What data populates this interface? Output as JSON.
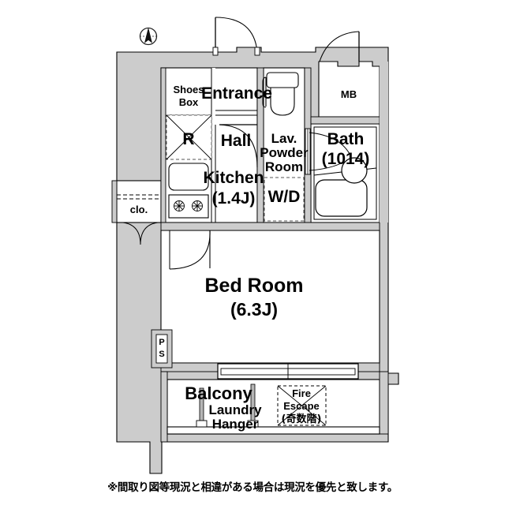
{
  "document": {
    "type": "floor-plan",
    "unit_layout": "1K",
    "disclaimer": "※間取り図等現況と相違がある場合は現況を優先と致します。"
  },
  "compass": {
    "name": "north-arrow",
    "label": "N"
  },
  "colors": {
    "wall_fill": "#cccccc",
    "wall_stroke": "#000000",
    "room_fill": "#ffffff",
    "page_background": "#ffffff",
    "text": "#000000",
    "fixture_stroke": "#333333"
  },
  "rooms": [
    {
      "key": "entrance",
      "label": "Entrance",
      "size": "",
      "name": "room-entrance"
    },
    {
      "key": "shoes_box",
      "label": "Shoes\nBox",
      "line1": "Shoes",
      "line2": "Box",
      "name": "label-shoes-box"
    },
    {
      "key": "refrigerator",
      "label": "R",
      "name": "appliance-refrigerator"
    },
    {
      "key": "hall",
      "label": "Hall",
      "name": "room-hall"
    },
    {
      "key": "kitchen",
      "label": "Kitchen",
      "size": "(1.4J)",
      "name": "room-kitchen"
    },
    {
      "key": "closet",
      "label": "clo.",
      "name": "room-closet"
    },
    {
      "key": "lav",
      "label_line1": "Lav.",
      "label_line2": "Powder",
      "label_line3": "Room",
      "name": "room-lavatory-powder"
    },
    {
      "key": "wd",
      "label": "W/D",
      "name": "appliance-washer-dryer"
    },
    {
      "key": "mb",
      "label": "MB",
      "name": "room-meter-box"
    },
    {
      "key": "bath",
      "label": "Bath",
      "size": "(1014)",
      "name": "room-bath"
    },
    {
      "key": "bedroom",
      "label": "Bed Room",
      "size": "(6.3J)",
      "name": "room-bedroom"
    },
    {
      "key": "ps",
      "label": "PS",
      "name": "room-pipe-shaft"
    },
    {
      "key": "balcony",
      "label": "Balcony",
      "name": "room-balcony"
    },
    {
      "key": "laundry",
      "label_line1": "Laundry",
      "label_line2": "Hanger",
      "name": "label-laundry-hanger"
    },
    {
      "key": "fire_escape",
      "label_line1": "Fire",
      "label_line2": "Escape",
      "label_line3": "(奇数階)",
      "name": "label-fire-escape"
    }
  ],
  "labels": {
    "entrance": "Entrance",
    "shoes_box_1": "Shoes",
    "shoes_box_2": "Box",
    "refrigerator": "R",
    "hall": "Hall",
    "kitchen": "Kitchen",
    "kitchen_size": "(1.4J)",
    "closet": "clo.",
    "lav_1": "Lav.",
    "lav_2": "Powder",
    "lav_3": "Room",
    "washer_dryer": "W/D",
    "meter_box": "MB",
    "bath": "Bath",
    "bath_size": "(1014)",
    "bedroom": "Bed Room",
    "bedroom_size": "(6.3J)",
    "pipe_shaft_1": "P",
    "pipe_shaft_2": "S",
    "balcony": "Balcony",
    "laundry_1": "Laundry",
    "laundry_2": "Hanger",
    "fire_escape_1": "Fire",
    "fire_escape_2": "Escape",
    "fire_escape_3": "(奇数階)",
    "compass_n": "N"
  },
  "fixtures": [
    {
      "name": "toilet",
      "room": "lav"
    },
    {
      "name": "bathtub",
      "room": "bath"
    },
    {
      "name": "bath-sink",
      "room": "bath"
    },
    {
      "name": "kitchen-sink",
      "room": "kitchen"
    },
    {
      "name": "kitchen-stove",
      "room": "kitchen"
    },
    {
      "name": "laundry-pole",
      "room": "balcony",
      "count": 2
    },
    {
      "name": "balcony-railing",
      "room": "balcony"
    },
    {
      "name": "sliding-window",
      "room": "bedroom"
    },
    {
      "name": "closet-doors",
      "room": "closet"
    },
    {
      "name": "entrance-door",
      "room": "entrance"
    },
    {
      "name": "mb-door",
      "room": "mb"
    },
    {
      "name": "hall-door",
      "room": "hall"
    },
    {
      "name": "bedroom-door",
      "room": "bedroom"
    },
    {
      "name": "bath-door",
      "room": "bath"
    }
  ]
}
